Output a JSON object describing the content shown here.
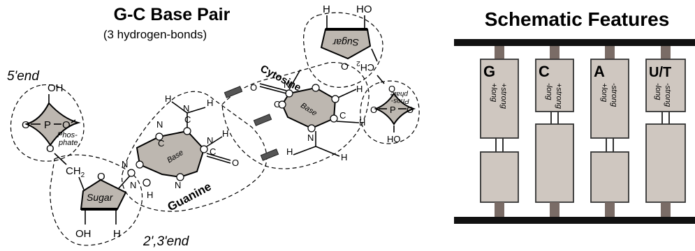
{
  "left": {
    "title": "G-C Base Pair",
    "subtitle": "(3 hydrogen-bonds)",
    "end_5": "5'end",
    "end_23": "2',3'end",
    "phosphate_left": {
      "label_top": "Phos-",
      "label_bot": "phate",
      "oh": "OH",
      "p": "P",
      "o_left": "O",
      "o_right": "O",
      "o_bottom": "O"
    },
    "sugar_left": {
      "label": "Sugar",
      "ring_o": "O",
      "ch2": "CH",
      "ch2_sub": "2",
      "oh": "OH",
      "h": "H"
    },
    "guanine": {
      "label": "Guanine",
      "base_label": "Base"
    },
    "cytosine": {
      "label": "Cytosine",
      "base_label": "Base"
    },
    "sugar_right": {
      "label": "Sugar",
      "ring_o": "O",
      "ch2": "CH",
      "ch2_sub": "2",
      "h": "H",
      "ho": "HO"
    },
    "phosphate_right": {
      "label_top": "Phos-",
      "label_bot": "phate",
      "ho": "HO",
      "p": "P",
      "o": "O"
    },
    "atoms": {
      "h": "H",
      "n": "N",
      "o": "O"
    }
  },
  "right": {
    "title": "Schematic Features",
    "columns": [
      {
        "letter": "G",
        "line1": "+long",
        "line2": "+strong"
      },
      {
        "letter": "C",
        "line1": "-long",
        "line2": "+strong"
      },
      {
        "letter": "A",
        "line1": "+long",
        "line2": "-strong"
      },
      {
        "letter": "U/T",
        "line1": "-long",
        "line2": "-strong"
      }
    ]
  }
}
